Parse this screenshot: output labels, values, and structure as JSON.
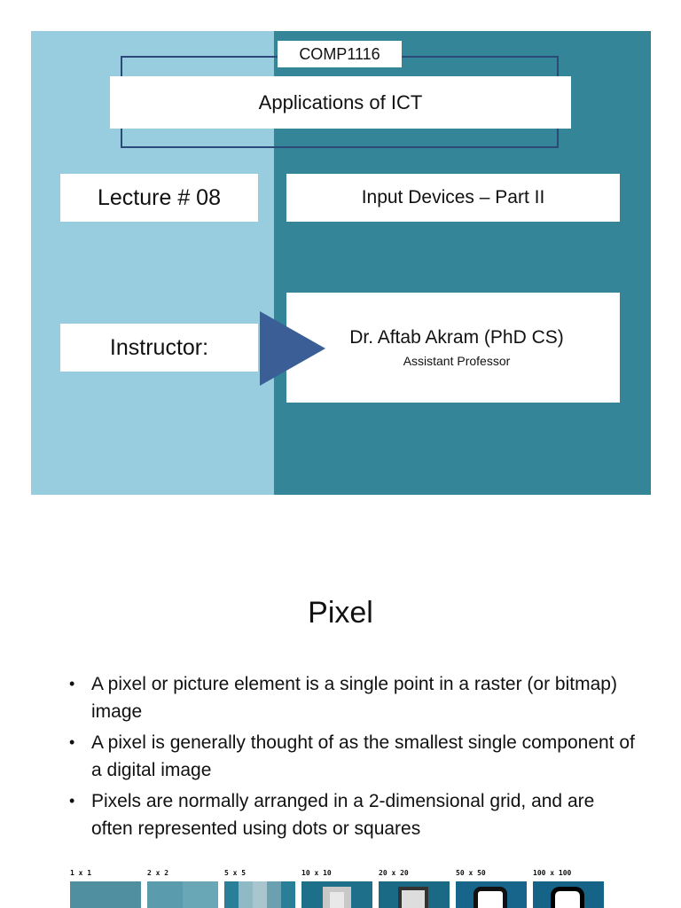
{
  "slide1": {
    "course_code": "COMP1116",
    "course_title": "Applications of ICT",
    "lecture": "Lecture # 08",
    "topic": "Input Devices – Part II",
    "instructor_label": "Instructor:",
    "instructor_name": "Dr. Aftab Akram (PhD CS)",
    "instructor_role": "Assistant Professor",
    "colors": {
      "dark_teal": "#358598",
      "light_blue": "#98cde0",
      "arrow": "#3b5e96"
    }
  },
  "slide2": {
    "title": "Pixel",
    "bullets": [
      "A pixel or picture element is a single point in a raster (or bitmap) image",
      "A pixel is generally thought of as the smallest single component of a digital image",
      "Pixels are normally arranged in a 2-dimensional grid, and are often represented using dots or squares"
    ],
    "bullet_glyph": "•",
    "resolutions": [
      "1 x 1",
      "2 x 2",
      "5 x 5",
      "10 x 10",
      "20 x 20",
      "50 x 50",
      "100 x 100"
    ]
  }
}
